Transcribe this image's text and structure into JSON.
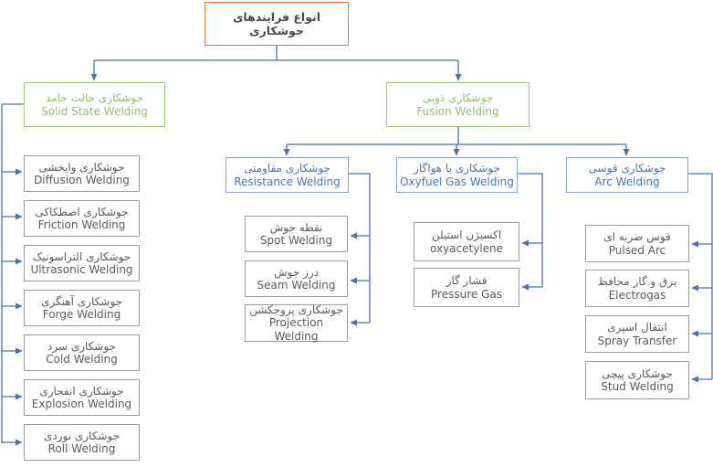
{
  "root": {
    "fa": "انواع فرایندهای جوشکاری"
  },
  "solid_state": {
    "fa": "جوشکاری حالت جامد",
    "en": "Solid State Welding",
    "items": [
      {
        "fa": "جوشکاری وایخشی",
        "en": "Diffusion Welding"
      },
      {
        "fa": "جوشکاری اصطکاکی",
        "en": "Friction Welding"
      },
      {
        "fa": "جوشکاری التراسونیک",
        "en": "Ultrasonic Welding"
      },
      {
        "fa": "جوشکاری آهنگری",
        "en": "Forge Welding"
      },
      {
        "fa": "جوشکاری سرد",
        "en": "Cold Welding"
      },
      {
        "fa": "جوشکاری انفجاری",
        "en": "Explosion Welding"
      },
      {
        "fa": "جوشکاری نوردی",
        "en": "Roll Welding"
      }
    ]
  },
  "fusion": {
    "fa": "جوشکاری ذوبی",
    "en": "Fusion Welding",
    "resistance": {
      "fa": "جوشکاری مقاومتی",
      "en": "Resistance Welding",
      "items": [
        {
          "fa": "نقطه جوش",
          "en": "Spot Welding"
        },
        {
          "fa": "درز جوش",
          "en": "Seam Welding"
        },
        {
          "fa": "جوشکاری پروجکشن",
          "en": "Projection Welding"
        }
      ]
    },
    "oxyfuel": {
      "fa": "جوشکاری با هواگاز",
      "en": "Oxyfuel Gas Welding",
      "items": [
        {
          "fa": "اکسیژن استیلن",
          "en": "oxyacetylene"
        },
        {
          "fa": "فشار گاز",
          "en": "Pressure Gas"
        }
      ]
    },
    "arc": {
      "fa": "جوشکاری قوسی",
      "en": "Arc Welding",
      "items": [
        {
          "fa": "قوس ضربه ای",
          "en": "Pulsed Arc"
        },
        {
          "fa": "برق و گاز محافظ",
          "en": "Electrogas"
        },
        {
          "fa": "انتقال اسپری",
          "en": "Spray Transfer"
        },
        {
          "fa": "جوشکاری پیچی",
          "en": "Stud Welding"
        }
      ]
    }
  },
  "colors": {
    "connector": "#4a6fb5",
    "root_border": "#e8763a",
    "green": "#8fbe6c",
    "blue": "#4a73b8"
  }
}
